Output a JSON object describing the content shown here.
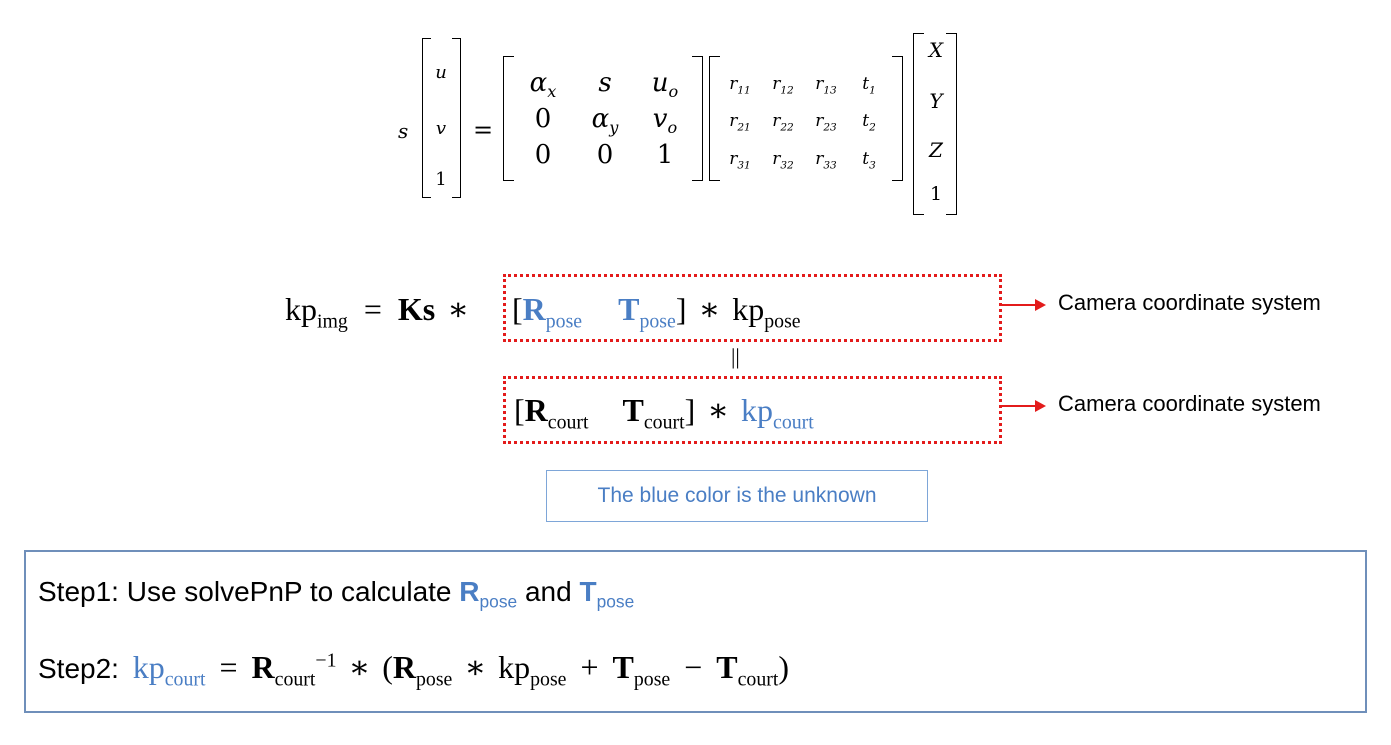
{
  "projection_equation": {
    "scale": "s",
    "image_vector": [
      "u",
      "v",
      "1"
    ],
    "equals": "=",
    "intrinsic_matrix": [
      [
        "α_x",
        "s",
        "u_o"
      ],
      [
        "0",
        "α_y",
        "v_o"
      ],
      [
        "0",
        "0",
        "1"
      ]
    ],
    "extrinsic_matrix": [
      [
        "r11",
        "r12",
        "r13",
        "t1"
      ],
      [
        "r21",
        "r22",
        "r23",
        "t2"
      ],
      [
        "r31",
        "r32",
        "r33",
        "t3"
      ]
    ],
    "world_vector": [
      "X",
      "Y",
      "Z",
      "1"
    ]
  },
  "main_equation": {
    "lhs": "kp",
    "lhs_sub": "img",
    "equals": "=",
    "ks": "Ks",
    "op": "∗",
    "open": "[",
    "close": "]",
    "R": "R",
    "T": "T",
    "kp": "kp",
    "pose": "pose",
    "court": "court",
    "parallel": "||",
    "label_top": "Camera coordinate system",
    "label_bottom": "Camera coordinate system"
  },
  "legend": "The blue color is the unknown",
  "steps": {
    "step1_prefix": "Step1: Use solvePnP to calculate ",
    "step1_and": " and ",
    "step1_R": "R",
    "step1_T": "T",
    "pose": "pose",
    "step2_prefix": "Step2: ",
    "step2_kp": "kp",
    "court": "court",
    "equals": "=",
    "R": "R",
    "T": "T",
    "inv": "−1",
    "op": "∗",
    "open_paren": "(",
    "close_paren": ")",
    "plus": "+",
    "minus": "−",
    "kp": "kp"
  },
  "colors": {
    "accent": "#4a7ec4",
    "dotted_border": "#e31b1b",
    "steps_border": "#6f8fba",
    "legend_border": "#7ea6d8"
  }
}
